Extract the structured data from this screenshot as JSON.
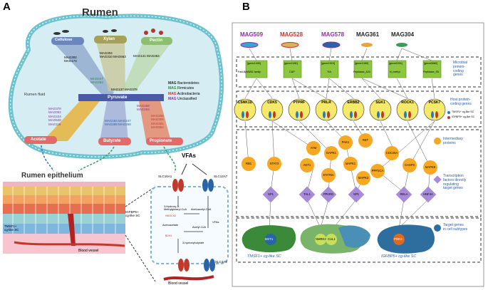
{
  "panel_a": {
    "letter": "A",
    "title": "Rumen",
    "fluid_label": "Rumen fluid",
    "substrates": {
      "cellulose": "Cellulose",
      "xylan": "Xylan",
      "pectin": "Pectin"
    },
    "mag_groups": {
      "cellulose": "MAG302\nMAG174",
      "xylan": "MAG304\nMAG310 MAG663",
      "pectin": "MAG141 MAG454",
      "pyruvate_in": "MAG137 MAG378",
      "pyruvate_left": "MAG047\nMAG262",
      "pyruvate_right": "MAG268\nMAG263",
      "acetate": "MAG378\nMAG052\nMAG224\nMAG528\nMAG118",
      "butyrate": "MAG184 MAG247\nMAG289 MAG268",
      "propionate": "MAG265\nMAG306\nMAG481\nMAG562"
    },
    "pyruvate": "Pyruvate",
    "acetate": "Acetate",
    "butyrate": "Butyrate",
    "propionate": "Propionate",
    "legend": [
      {
        "tag": "MAG",
        "text": "Bacteroidetes",
        "color": "#222222"
      },
      {
        "tag": "MAG",
        "text": "Firmicutes",
        "color": "#2e8b3a"
      },
      {
        "tag": "MAG",
        "text": "Actinobacteria",
        "color": "#d0312d"
      },
      {
        "tag": "MAG",
        "text": "Unclassified",
        "color": "#8a2fa0"
      }
    ],
    "epithelium_title": "Rumen epithelium",
    "tmsf1_label": "TMSF1+\ncg-like SC",
    "igfbp5_label": "IGFBP5+\ncg-like SC",
    "blood_vessel": "Blood vessel",
    "vfas": "VFAs",
    "slc16a1": "SLC16A1",
    "slc12a7": "SLC12A7",
    "slc4a9": "SLC4A9",
    "blood_vessel_2": "Blood vessel",
    "cell_text": {
      "hmg": "3-Hydroxy-3-\nMethylglutaryl-CoA",
      "acetoacetyl": "Acetoacetyl-CoA",
      "acetylcoa": "Acetyl-CoA",
      "acetoacetate": "Acetoacetate",
      "hbut": "3-hydroxybutyrate",
      "vfas_small": "VFAs",
      "hmgcs2": "HMGCS2",
      "bdh1": "BDH1"
    }
  },
  "panel_b": {
    "letter": "B",
    "mags": [
      {
        "name": "MAG509",
        "color": "#8a2fa0"
      },
      {
        "name": "MAG528",
        "color": "#c0392b"
      },
      {
        "name": "MAG578",
        "color": "#8a2fa0"
      },
      {
        "name": "MAG361",
        "color": "#222222"
      },
      {
        "name": "MAG304",
        "color": "#222222"
      }
    ],
    "microbial_genes": [
      {
        "id": "[gene1430]",
        "name": "PakLBpbB/B1 family"
      },
      {
        "id": "[gene1180]",
        "name": "CAP"
      },
      {
        "id": "[gene1924]",
        "name": "TrA"
      },
      {
        "id": "[gene1080]",
        "name": "Peptidase_A24"
      },
      {
        "id": "[gene6331]",
        "name": "N_methyl"
      },
      {
        "id": "[gene6882]",
        "name": "Peptidase_S8"
      }
    ],
    "microbial_label": "Microbial\nprotein-\ncoding\ngenes",
    "host_genes": [
      "CSNK1D",
      "CDK5",
      "PTPRF",
      "PRLR",
      "ERBB2",
      "SGK1",
      "ROCK1",
      "PCSK7"
    ],
    "host_label": "Host protein-\ncoding genes",
    "host_legend": [
      {
        "text": "TMSF1+ cg-like SC",
        "color": "#2a7abf"
      },
      {
        "text": "IGFBP5+ cg-like SC",
        "color": "#c0392b"
      }
    ],
    "intermediary": [
      "RB1",
      "STAT3",
      "ATM",
      "AKT1",
      "DAPK1",
      "STAT5A",
      "MAPK1",
      "PAK1",
      "MAPK3",
      "RET",
      "CDC25A",
      "PPP2CA",
      "CASP3",
      "MAPK8"
    ],
    "intermediary_label": "Intermediary\nproteins",
    "tfs": [
      "SP1",
      "TAL1",
      "PPARG",
      "SP1",
      "RELA",
      "HNF4A"
    ],
    "tf_label": "Transcription\nfactors directly\nregulating\ntarget genes",
    "targets": [
      {
        "genes": [
          "BST1"
        ],
        "cell": "TMSF1+ cg-like SC"
      },
      {
        "genes": [
          "NMRK2",
          "CUL1"
        ],
        "cell": ""
      },
      {
        "genes": [
          "PDK2"
        ],
        "cell": "IGFBP5+ cg-like SC"
      }
    ],
    "target_label": "Target genes\nin cell subtypes"
  }
}
